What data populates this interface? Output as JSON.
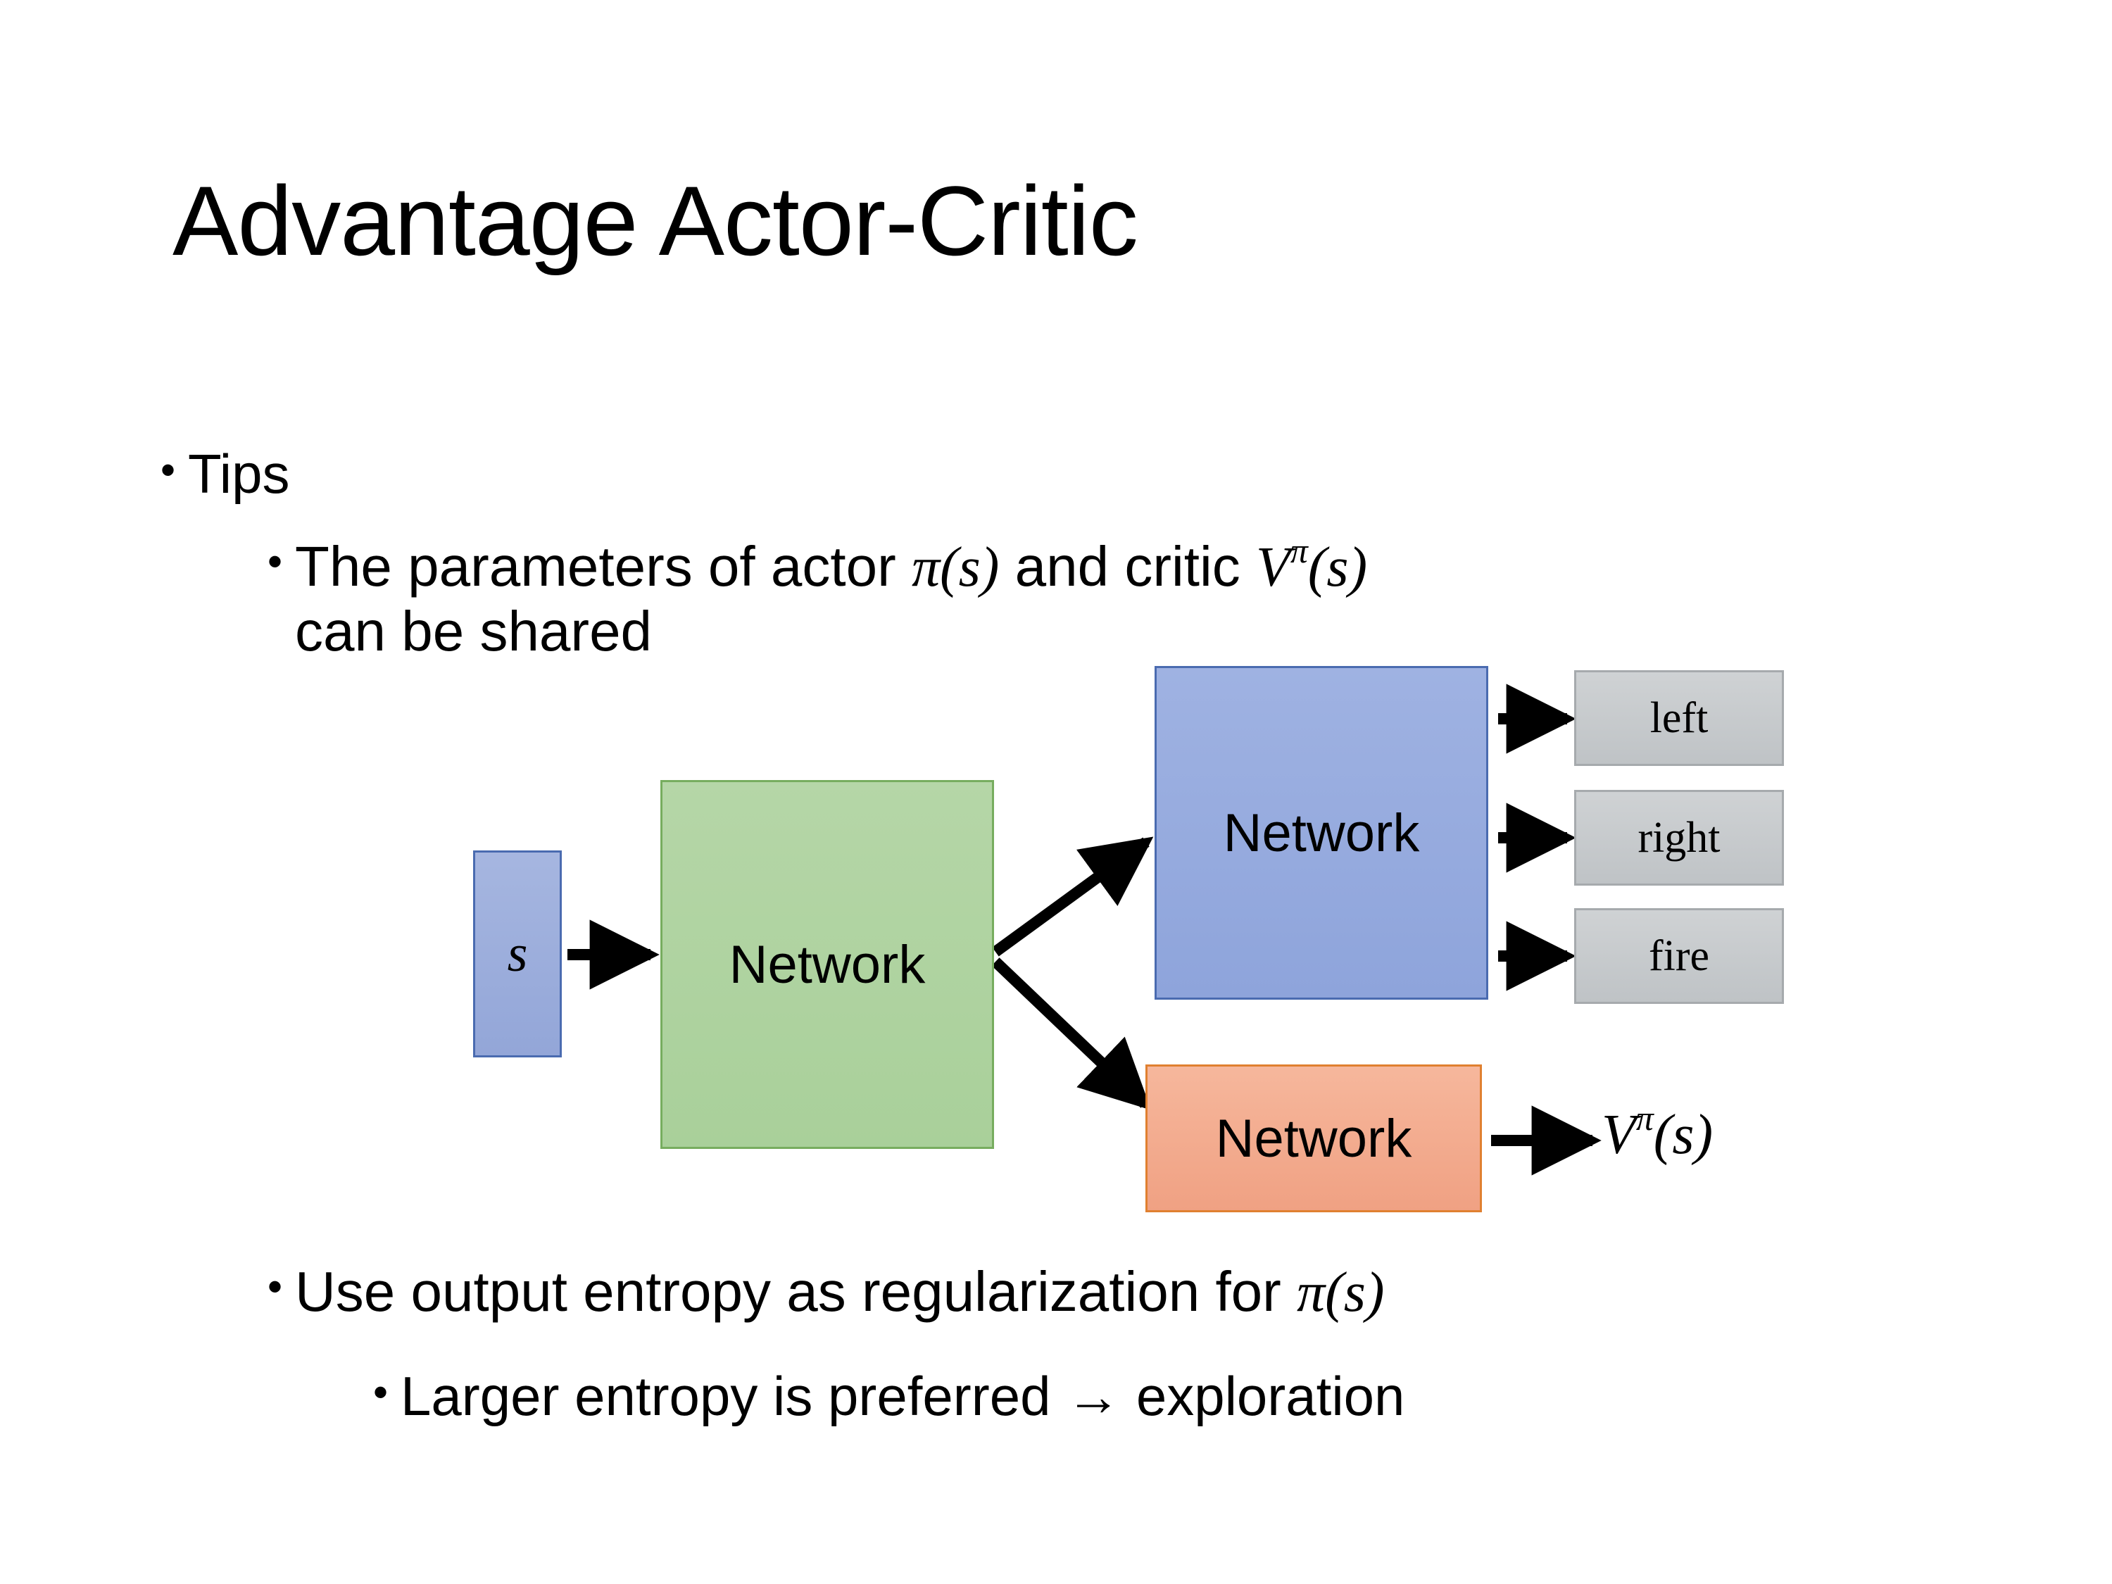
{
  "slide": {
    "title": "Advantage Actor-Critic",
    "background_color": "#ffffff",
    "text_color": "#000000"
  },
  "bullets": {
    "tips": {
      "marker": "•",
      "text": "Tips"
    },
    "shared_params": {
      "marker": "•",
      "text_part1": "The parameters of actor ",
      "math_pi": "π(s)",
      "text_part2": "  and critic ",
      "math_v": "V",
      "math_v_sup": "π",
      "math_v_arg": "(s)",
      "text_part3": "can be shared",
      "full_text": "The parameters of actor π(s)  and critic Vπ(s) can be shared"
    },
    "entropy": {
      "marker": "•",
      "text_part1": "Use output entropy as regularization for ",
      "math_pi": "π(s)",
      "full_text": "Use output entropy as regularization for π(s)"
    },
    "larger_entropy": {
      "marker": "•",
      "text": "Larger entropy is preferred → exploration"
    }
  },
  "diagram": {
    "input_box": {
      "label": "s",
      "fill": "#9ba9dc",
      "border": "#4a6bb0"
    },
    "shared_network": {
      "label": "Network",
      "fill": "#afd3a1",
      "border": "#77ad5f"
    },
    "actor_network": {
      "label": "Network",
      "fill": "#95a9de",
      "border": "#4a6bb0"
    },
    "critic_network": {
      "label": "Network",
      "fill": "#f3ab8e",
      "border": "#e08030"
    },
    "actions": [
      {
        "label": "left",
        "fill": "#c7cacd",
        "border": "#a6aaad"
      },
      {
        "label": "right",
        "fill": "#c7cacd",
        "border": "#a6aaad"
      },
      {
        "label": "fire",
        "fill": "#c7cacd",
        "border": "#a6aaad"
      }
    ],
    "value_output": {
      "symbol": "V",
      "superscript": "π",
      "argument": "(s)",
      "full": "Vπ(s)"
    },
    "arrow_color": "#000000"
  }
}
